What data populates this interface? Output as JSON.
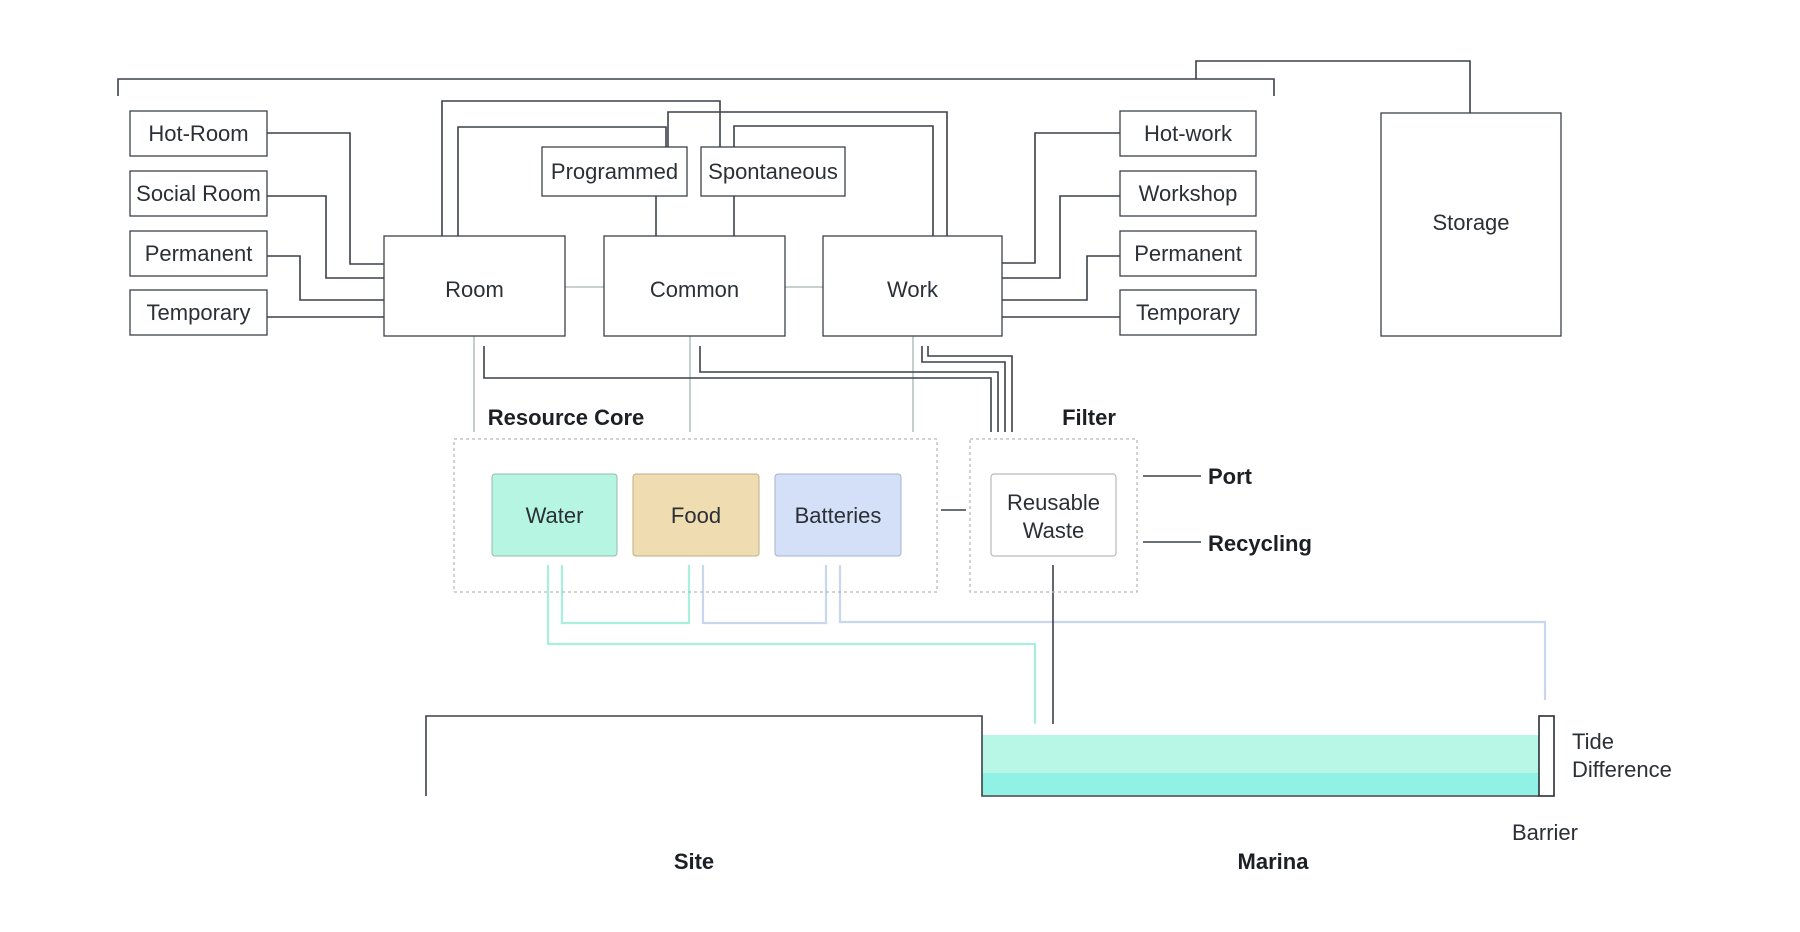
{
  "left_items": [
    "Hot-Room",
    "Social Room",
    "Permanent",
    "Temporary"
  ],
  "right_items": [
    "Hot-work",
    "Workshop",
    "Permanent",
    "Temporary"
  ],
  "hubs": {
    "room": "Room",
    "common": "Common",
    "work": "Work"
  },
  "activity": {
    "programmed": "Programmed",
    "spontaneous": "Spontaneous"
  },
  "storage": "Storage",
  "resource_core": {
    "title": "Resource Core",
    "water": "Water",
    "food": "Food",
    "batteries": "Batteries"
  },
  "filter": {
    "title": "Filter",
    "line1": "Reusable",
    "line2": "Waste"
  },
  "outputs": {
    "port": "Port",
    "recycling": "Recycling"
  },
  "site_section": {
    "site": "Site",
    "marina": "Marina",
    "tide_line1": "Tide",
    "tide_line2": "Difference",
    "barrier": "Barrier"
  },
  "colors": {
    "water": "#b5f5e2",
    "food": "#efdcb0",
    "batteries": "#d3e0f8",
    "water_upper": "#b8f7e5",
    "water_lower": "#8ff2e4",
    "line_dark": "#3c4149",
    "line_grey": "#b7c2bf",
    "line_teal": "#a8f0dc",
    "line_blue": "#c8d6ee"
  }
}
